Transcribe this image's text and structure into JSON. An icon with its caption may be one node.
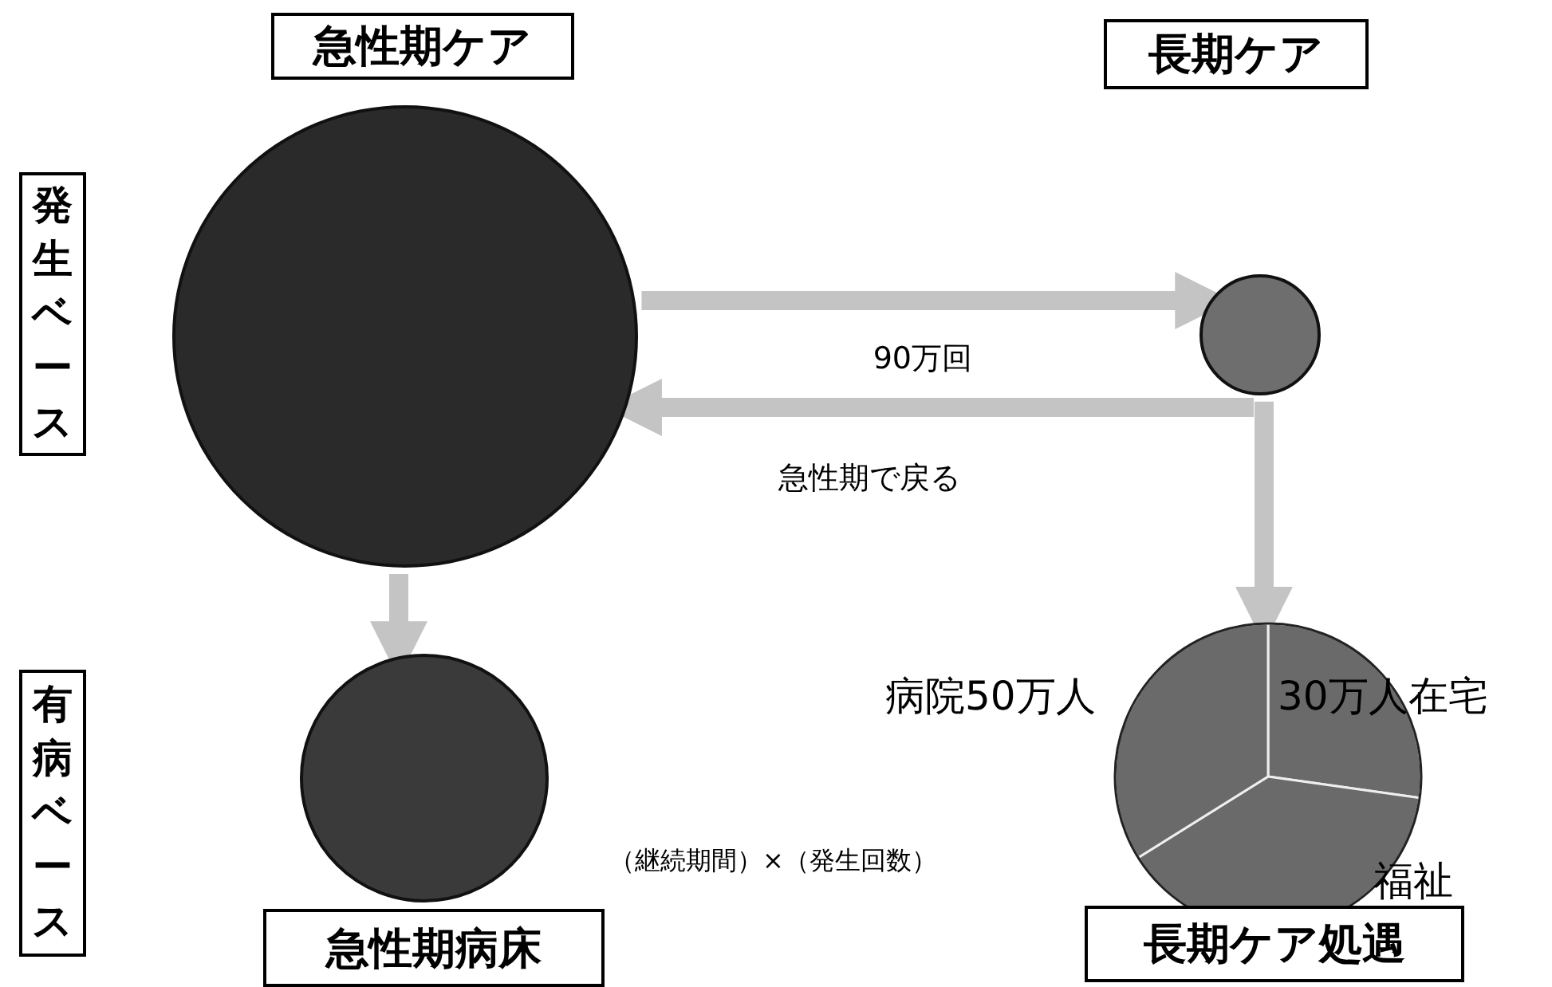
{
  "diagram": {
    "nodes": [
      {
        "text": [
          "急性期ケア"
        ]
      },
      {
        "text": [
          "長期ケア"
        ]
      },
      {
        "text": [
          "発生ベース"
        ]
      },
      {
        "text": [
          "有病ベース"
        ]
      },
      {
        "text": [],
        "shape": "circle"
      },
      {
        "text": [],
        "shape": "circle"
      },
      {
        "text": [],
        "shape": "circle"
      },
      {
        "text": [
          "病院50万人",
          "30万人在宅",
          "福祉"
        ]
      },
      {
        "text": [
          "急性期病床"
        ]
      },
      {
        "text": [
          "長期ケア処遇"
        ]
      }
    ],
    "edges": [
      {
        "from": 4,
        "to": 5,
        "arrow": "to",
        "label": "90万回"
      },
      {
        "from": 5,
        "to": 4,
        "arrow": "to",
        "label": "急性期で戻る"
      },
      {
        "from": 4,
        "to": 6,
        "arrow": "to"
      },
      {
        "from": 5,
        "to": 7,
        "arrow": "to"
      }
    ],
    "labels": [
      "（継続期間）×（発生回数）"
    ]
  }
}
